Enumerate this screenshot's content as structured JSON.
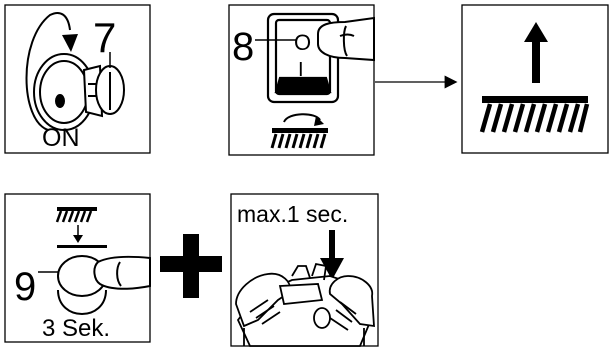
{
  "panels": {
    "key": {
      "step": "7",
      "state": "ON"
    },
    "switch": {
      "step": "8",
      "off_symbol": "O",
      "on_symbol": "I"
    },
    "brush_raise": {},
    "brush_lower": {
      "step": "9",
      "duration": "3 Sek."
    },
    "combine": {
      "symbol": "+"
    },
    "pedal": {
      "limit": "max.1 sec."
    }
  }
}
